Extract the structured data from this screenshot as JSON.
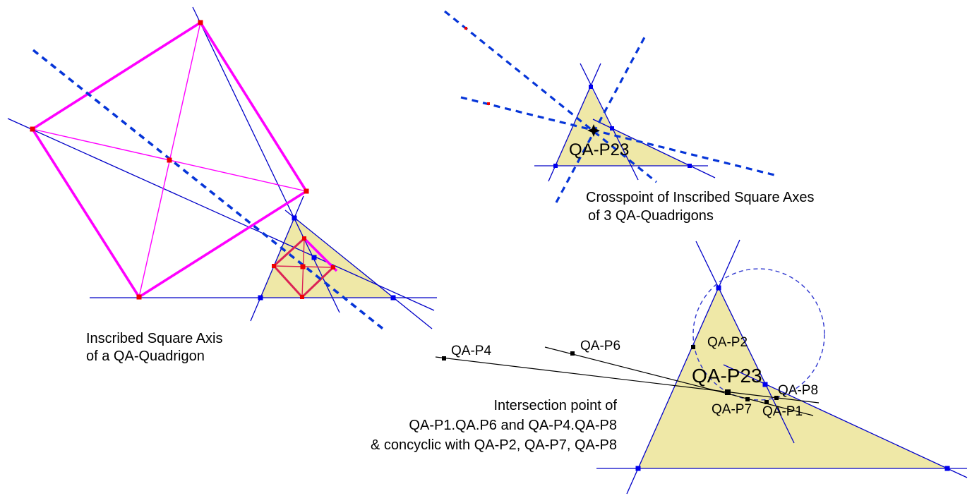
{
  "colors": {
    "magenta_quadrigon": "#FF00FF",
    "crimson_inscribed_square": "#DC2355",
    "blue_solid_line": "#0000C8",
    "blue_dashed_axis": "#0635D8",
    "blue_dashed_circle": "#3038CF",
    "yellow_triangle_fill": "#EFE8A7",
    "red_point": "#EE0000",
    "blue_point": "#0000EE",
    "black_point": "#000000"
  },
  "fig1": {
    "caption": {
      "line1": "Inscribed Square Axis",
      "line2": "of a QA-Quadrigon"
    }
  },
  "fig2": {
    "point_label": "QA-P23",
    "caption": {
      "line1": "Crosspoint of Inscribed Square Axes",
      "line2": "of 3 QA-Quadrigons"
    }
  },
  "fig3": {
    "point_label": "QA-P23",
    "labels": {
      "qa_p4": "QA-P4",
      "qa_p6": "QA-P6",
      "qa_p2": "QA-P2",
      "qa_p7": "QA-P7",
      "qa_p1": "QA-P1",
      "qa_p8": "QA-P8"
    },
    "caption": {
      "line1": "Intersection point of",
      "line2": "QA-P1.QA.P6 and QA-P4.QA-P8",
      "line3": "& concyclic with QA-P2, QA-P7, QA-P8"
    }
  }
}
